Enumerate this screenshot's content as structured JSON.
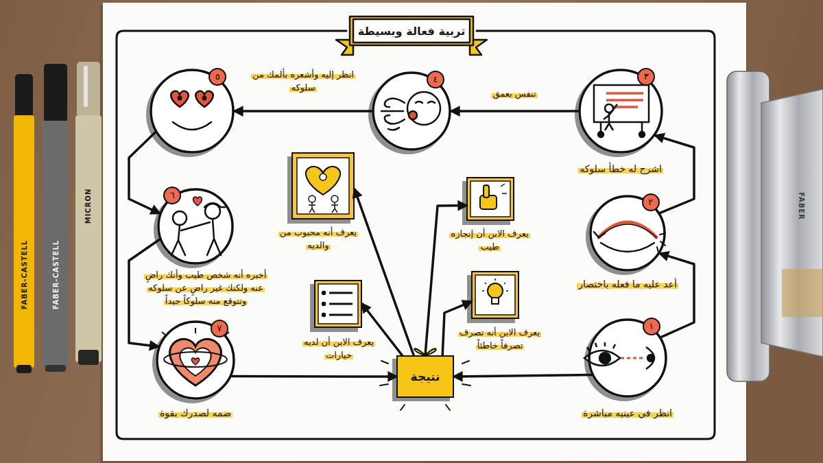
{
  "diagram": {
    "title": "تربية فعالة وبسيطة",
    "nodes": [
      {
        "text": [
          "١",
          "انظر في عينيه مباشرة"
        ]
      },
      {
        "text": [
          "٢",
          "أعد عليه ما فعله باختصار"
        ]
      },
      {
        "text": [
          "٣",
          "اشرح له خطأ سلوكه"
        ]
      },
      {
        "text": [
          "٤"
        ]
      },
      {
        "text": [
          "٥"
        ]
      },
      {
        "text": [
          "٦",
          "أخبره أنه شخص طيب وأنك راضٍ عنه ولكنك غير راضٍ عن سلوكه وتتوقع منه سلوكاً جيداً"
        ]
      },
      {
        "text": [
          "٧",
          "ضمه لصدرك بقوة"
        ]
      },
      {
        "text": [
          "نتيجة"
        ]
      },
      {
        "text": [
          "يعرف أنه محبوب من والديه"
        ]
      },
      {
        "text": [
          "يعرف الابن أن إنجازه طيب"
        ]
      },
      {
        "text": [
          "يعرف الابن أن لديه خيارات"
        ]
      },
      {
        "text": [
          "يعرف الابن أنه تصرف تصرفاً خاطئاً"
        ]
      }
    ],
    "edges": [
      {
        "from": 0,
        "to": 1,
        "arrow": "to"
      },
      {
        "from": 1,
        "to": 2,
        "arrow": "to"
      },
      {
        "from": 2,
        "to": 3,
        "label": "تنفس بعمق",
        "arrow": "to"
      },
      {
        "from": 3,
        "to": 4,
        "label": "انظر إليه وأشعره بألمك من سلوكه",
        "arrow": "to"
      },
      {
        "from": 4,
        "to": 5,
        "arrow": "to"
      },
      {
        "from": 5,
        "to": 6,
        "arrow": "to"
      },
      {
        "from": 6,
        "to": 7,
        "arrow": "to"
      },
      {
        "from": 0,
        "to": 7,
        "arrow": "to"
      },
      {
        "from": 7,
        "to": 8,
        "arrow": "to"
      },
      {
        "from": 7,
        "to": 9,
        "arrow": "to"
      },
      {
        "from": 7,
        "to": 10,
        "arrow": "to"
      },
      {
        "from": 7,
        "to": 11,
        "arrow": "to"
      }
    ],
    "labels": [
      "FABER-CASTELL",
      "FABER-CASTELL",
      "MICRON",
      "FABER"
    ]
  }
}
